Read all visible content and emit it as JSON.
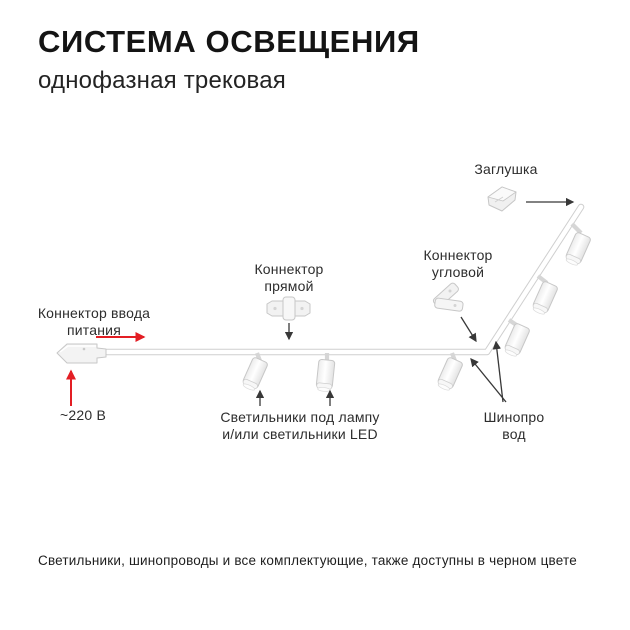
{
  "header": {
    "title": "СИСТЕМА ОСВЕЩЕНИЯ",
    "subtitle": "однофазная трековая"
  },
  "diagram": {
    "labels": {
      "end_cap": "Заглушка",
      "corner_connector": [
        "Коннектор",
        "угловой"
      ],
      "straight_connector": [
        "Коннектор",
        "прямой"
      ],
      "power_connector": [
        "Коннектор ввода",
        "питания"
      ],
      "voltage": "~220 В",
      "lights": [
        "Светильники под лампу",
        "и/или светильники LED"
      ],
      "busbar": [
        "Шинопро",
        "вод"
      ]
    },
    "colors": {
      "accent_red": "#e31e24",
      "arrow_black": "#383838",
      "outline_gray": "#cfcfcf"
    }
  },
  "footer": {
    "note": "Светильники, шинопроводы и все комплектующие, также доступны в черном цвете"
  }
}
